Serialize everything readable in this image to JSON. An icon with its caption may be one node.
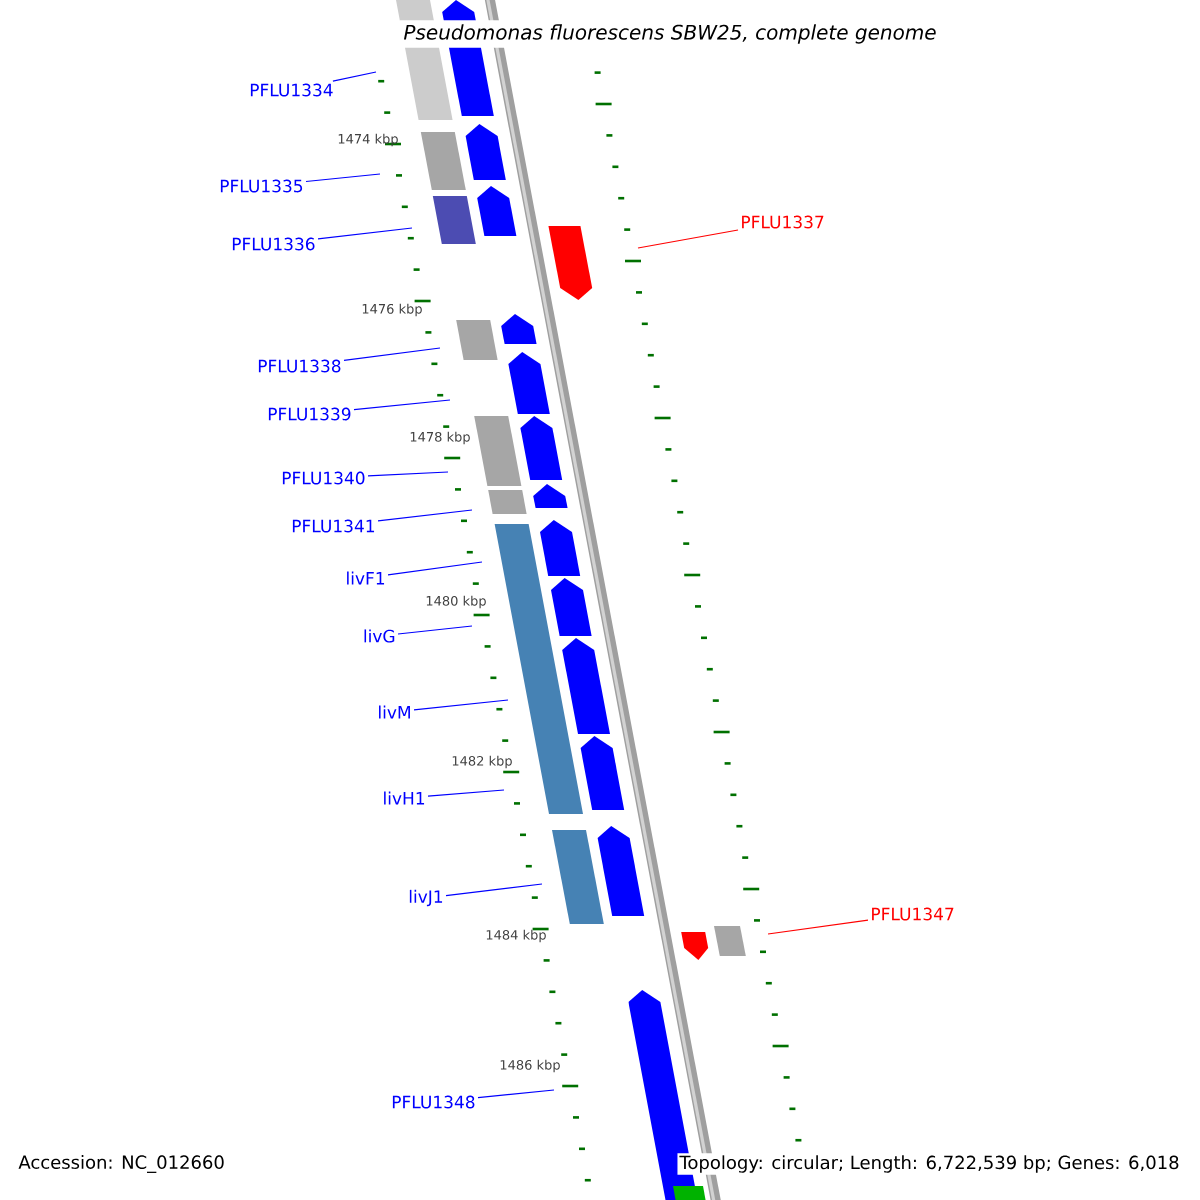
{
  "diagram": {
    "title": "Pseudomonas fluorescens SBW25, complete genome",
    "nodes": [
      {
        "text": [
          "PFLU1334"
        ]
      },
      {
        "text": [
          "PFLU1335"
        ]
      },
      {
        "text": [
          "PFLU1336"
        ]
      },
      {
        "text": [
          "PFLU1337"
        ]
      },
      {
        "text": [
          "PFLU1338"
        ]
      },
      {
        "text": [
          "PFLU1339"
        ]
      },
      {
        "text": [
          "PFLU1340"
        ]
      },
      {
        "text": [
          "PFLU1341"
        ]
      },
      {
        "text": [
          "livF1"
        ]
      },
      {
        "text": [
          "livG"
        ]
      },
      {
        "text": [
          "livM"
        ]
      },
      {
        "text": [
          "livH1"
        ]
      },
      {
        "text": [
          "livJ1"
        ]
      },
      {
        "text": [
          "PFLU1347"
        ]
      },
      {
        "text": [
          "PFLU1348"
        ]
      }
    ],
    "edges": [
      {
        "from": 0,
        "to": null,
        "arrow": "none"
      },
      {
        "from": 1,
        "to": null,
        "arrow": "none"
      },
      {
        "from": 2,
        "to": null,
        "arrow": "none"
      },
      {
        "from": 3,
        "to": null,
        "arrow": "none",
        "color": "#ff0000"
      },
      {
        "from": 4,
        "to": null,
        "arrow": "none"
      },
      {
        "from": 5,
        "to": null,
        "arrow": "none"
      },
      {
        "from": 6,
        "to": null,
        "arrow": "none"
      },
      {
        "from": 7,
        "to": null,
        "arrow": "none"
      },
      {
        "from": 8,
        "to": null,
        "arrow": "none"
      },
      {
        "from": 9,
        "to": null,
        "arrow": "none"
      },
      {
        "from": 10,
        "to": null,
        "arrow": "none"
      },
      {
        "from": 11,
        "to": null,
        "arrow": "none"
      },
      {
        "from": 12,
        "to": null,
        "arrow": "none"
      },
      {
        "from": 13,
        "to": null,
        "arrow": "none",
        "color": "#ff0000"
      },
      {
        "from": 14,
        "to": null,
        "arrow": "none"
      }
    ],
    "labels": [
      "1474 kbp",
      "1476 kbp",
      "1478 kbp",
      "1480 kbp",
      "1482 kbp",
      "1484 kbp",
      "1486 kbp",
      "Accession: NC_012660",
      "Topology: circular; Length: 6,722,539 bp; Genes: 6,018"
    ]
  }
}
